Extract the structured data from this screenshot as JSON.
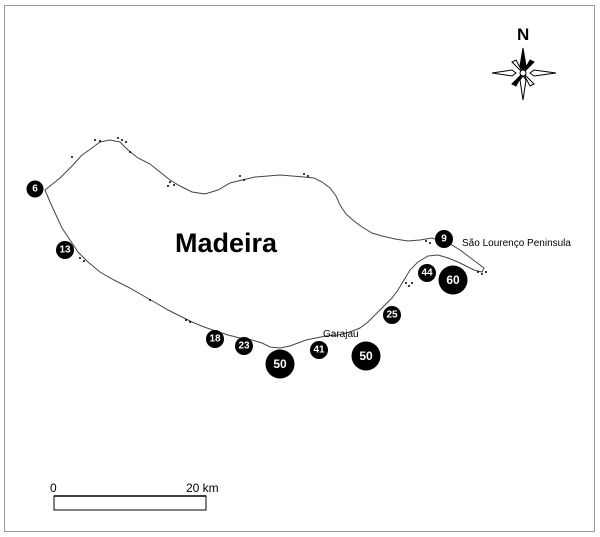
{
  "island_label": "Madeira",
  "place_labels": {
    "peninsula": "São Lourenço Peninsula",
    "garajau": "Garajau"
  },
  "north_label": "N",
  "scale_bar": {
    "start_label": "0",
    "end_label": "20 km"
  },
  "markers": [
    {
      "value": "6",
      "size": "small"
    },
    {
      "value": "13",
      "size": "small"
    },
    {
      "value": "18",
      "size": "small"
    },
    {
      "value": "23",
      "size": "small"
    },
    {
      "value": "50",
      "size": "large"
    },
    {
      "value": "41",
      "size": "small"
    },
    {
      "value": "50",
      "size": "large"
    },
    {
      "value": "25",
      "size": "small"
    },
    {
      "value": "44",
      "size": "small"
    },
    {
      "value": "60",
      "size": "large"
    },
    {
      "value": "9",
      "size": "small"
    }
  ],
  "colors": {
    "marker_fill": "#000000",
    "marker_text": "#ffffff",
    "coastline": "#444444"
  }
}
